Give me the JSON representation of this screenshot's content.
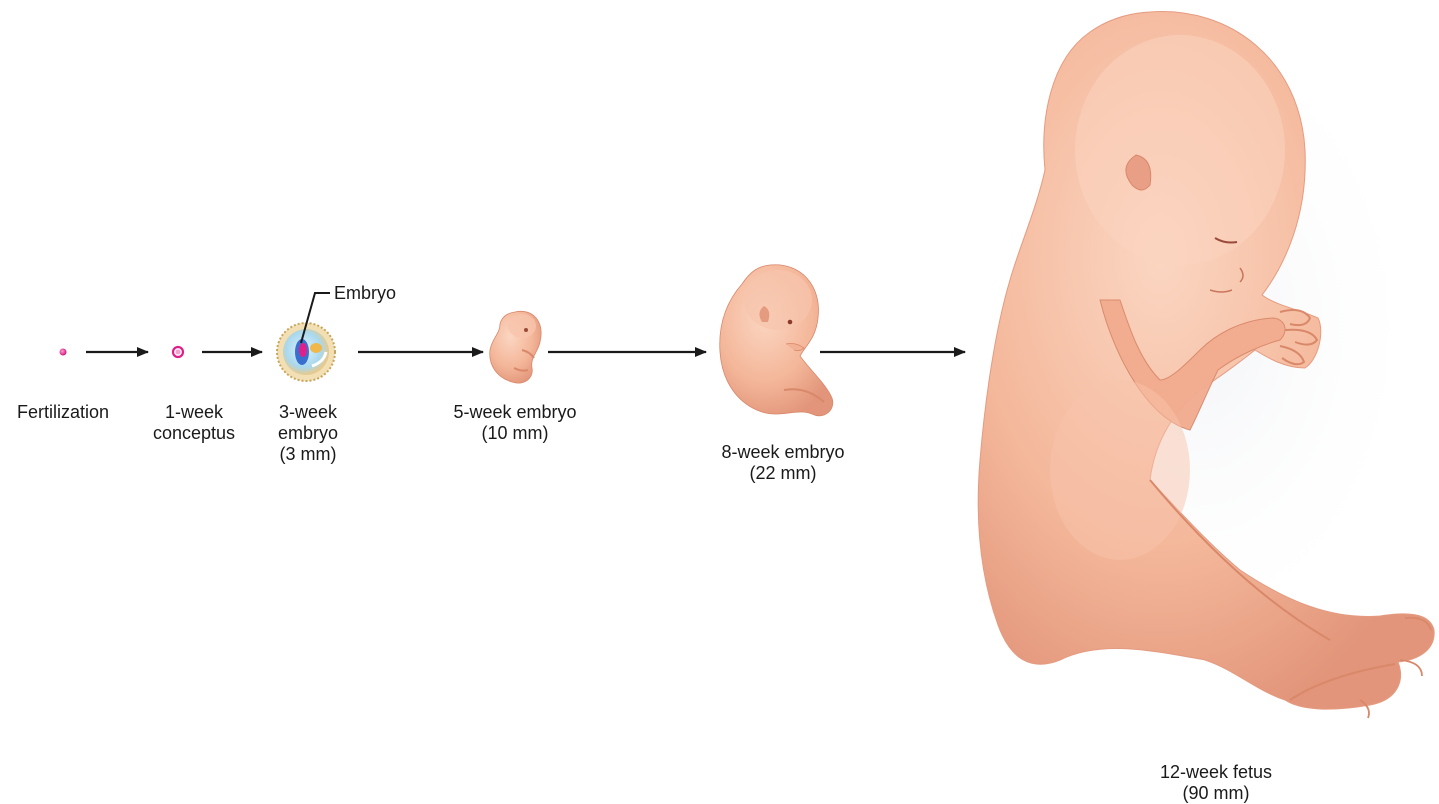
{
  "stages": [
    {
      "id": "fertilization",
      "lines": [
        "Fertilization"
      ]
    },
    {
      "id": "conceptus",
      "lines": [
        "1-week",
        "conceptus"
      ]
    },
    {
      "id": "week3",
      "lines": [
        "3-week",
        "embryo",
        "(3 mm)"
      ]
    },
    {
      "id": "week5",
      "lines": [
        "5-week embryo",
        "(10 mm)"
      ]
    },
    {
      "id": "week8",
      "lines": [
        "8-week embryo",
        "(22 mm)"
      ]
    },
    {
      "id": "week12",
      "lines": [
        "12-week fetus",
        "(90 mm)"
      ]
    }
  ],
  "callout": {
    "label": "Embryo"
  },
  "colors": {
    "skin": "#f4b79a",
    "skin_shadow": "#e08d70",
    "arrow": "#1a1a1a",
    "cell": "#e0208a"
  }
}
